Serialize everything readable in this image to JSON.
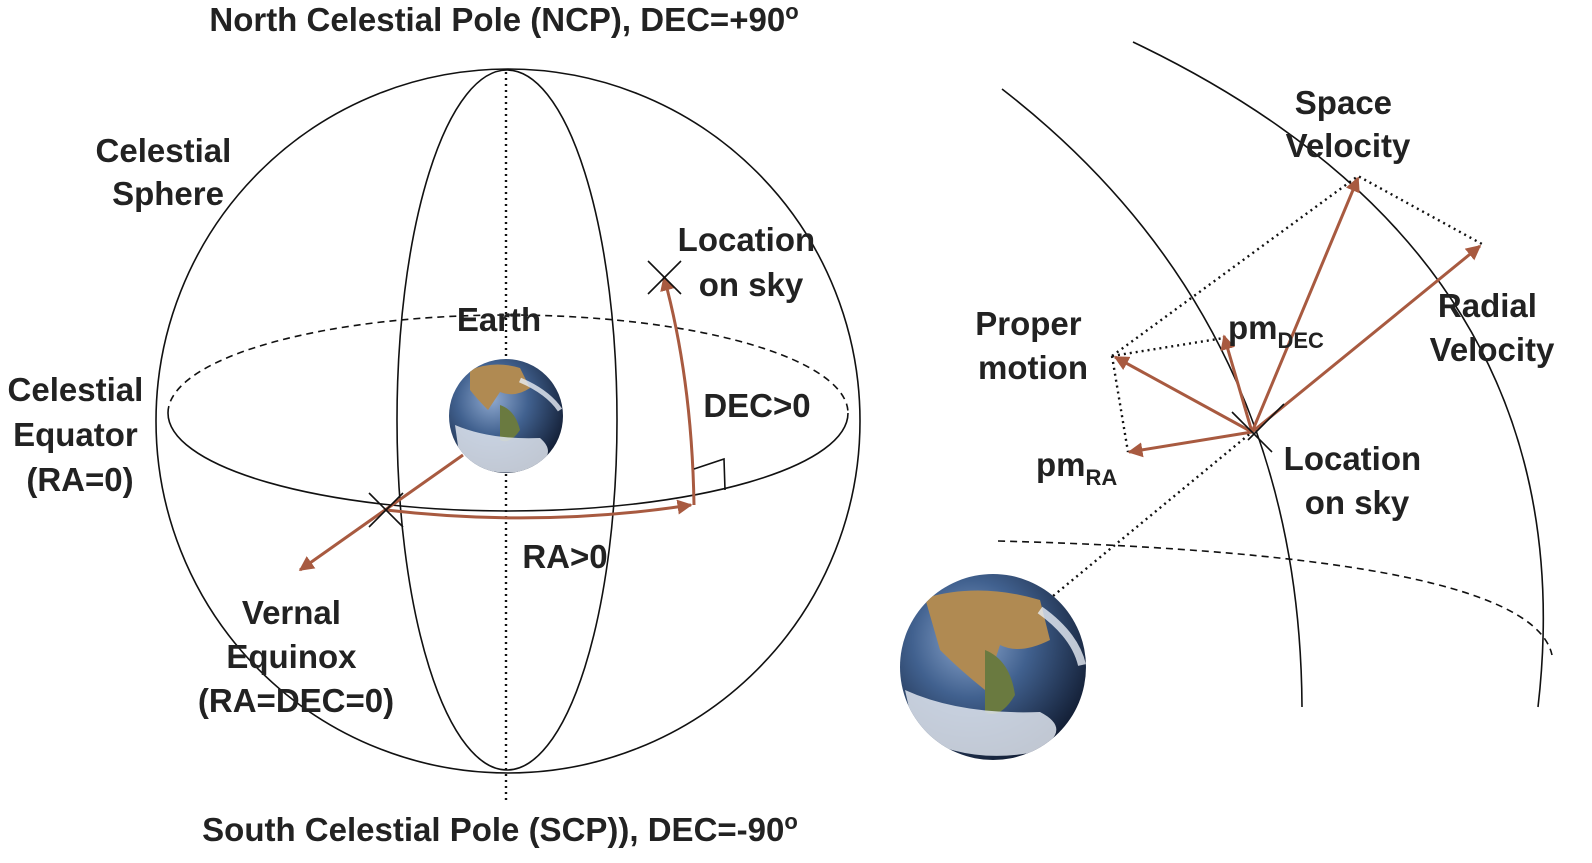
{
  "colors": {
    "vector": "#a85a40",
    "line": "#111111",
    "text": "#222222"
  },
  "icons": {
    "earth_left": "earth-globe-icon",
    "earth_right": "earth-globe-icon"
  },
  "left": {
    "ncp": "North Celestial Pole (NCP), DEC=+90",
    "ncp_sup": "o",
    "scp": "South Celestial Pole (SCP)), DEC=-90",
    "scp_sup": "o",
    "sphere": [
      "Celestial",
      "Sphere"
    ],
    "location": [
      "Location",
      "on sky"
    ],
    "earth": "Earth",
    "equator": [
      "Celestial",
      "Equator",
      "(RA=0)"
    ],
    "dec": "DEC>0",
    "ra": "RA>0",
    "vernal": [
      "Vernal",
      "Equinox",
      "(RA=DEC=0)"
    ]
  },
  "right": {
    "space_velocity": [
      "Space",
      "Velocity"
    ],
    "radial_velocity": [
      "Radial",
      "Velocity"
    ],
    "proper_motion": [
      "Proper",
      "motion"
    ],
    "pm_dec": "pm",
    "pm_dec_sub": "DEC",
    "pm_ra": "pm",
    "pm_ra_sub": "RA",
    "location": [
      "Location",
      "on sky"
    ]
  }
}
